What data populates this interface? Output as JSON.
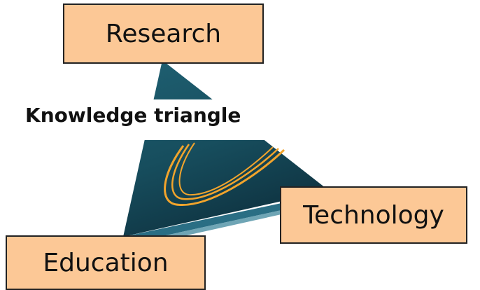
{
  "diagram": {
    "title": "Knowledge triangle",
    "nodes": {
      "top": "Research",
      "right": "Technology",
      "bottom_left": "Education"
    },
    "colors": {
      "node_fill": "#fcc896",
      "node_border": "#222222",
      "triangle_dark": "#123c4a",
      "triangle_mid": "#1f6072",
      "arc_gold": "#f2a42c",
      "base_stripe": "#2a6e84"
    }
  }
}
